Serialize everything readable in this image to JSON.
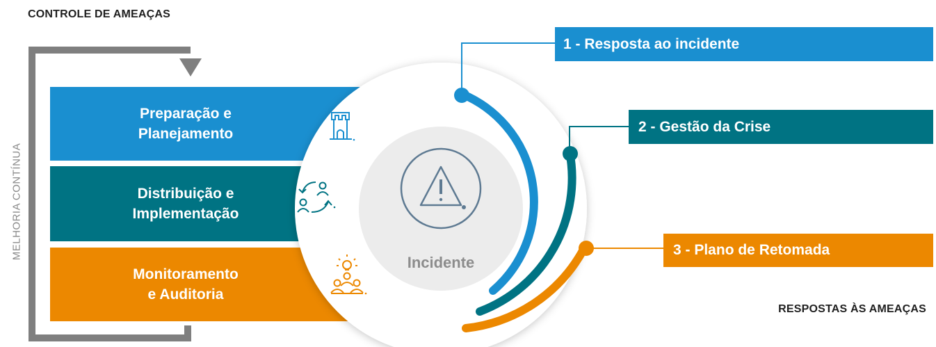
{
  "title": "CONTROLE DE AMEAÇAS",
  "side_label": "MELHORIA CONTÍNUA",
  "stages": [
    {
      "label": "Preparação e\nPlanejamento",
      "color": "#1a8fd0",
      "icon": "castle-icon"
    },
    {
      "label": "Distribuição e\nImplementação",
      "color": "#007383",
      "icon": "exchange-people-icon"
    },
    {
      "label": "Monitoramento\ne  Auditoria",
      "color": "#ec8800",
      "icon": "team-idea-icon"
    }
  ],
  "center": {
    "label": "Incidente",
    "icon": "warning-icon"
  },
  "responses": [
    {
      "label": "1 - Resposta ao incidente",
      "color": "#1a8fd0"
    },
    {
      "label": "2 - Gestão da Crise",
      "color": "#007383"
    },
    {
      "label": "3 - Plano de Retomada",
      "color": "#ec8800"
    }
  ],
  "responses_title": "RESPOSTAS ÀS AMEAÇAS",
  "colors": {
    "arrow": "#7f7f7f",
    "circle_outer": "#ffffff",
    "circle_inner": "#ececec",
    "icon_stroke": "#5e7a92"
  }
}
